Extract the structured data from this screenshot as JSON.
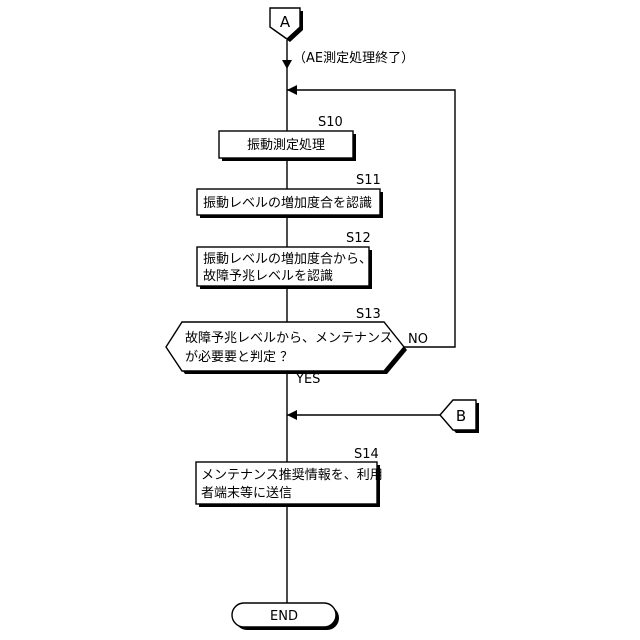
{
  "connectors": {
    "top": "A",
    "side": "B"
  },
  "note": "（AE測定処理終了）",
  "steps": [
    {
      "id": "S10",
      "lines": [
        "振動測定処理"
      ]
    },
    {
      "id": "S11",
      "lines": [
        "振動レベルの増加度合を認識"
      ]
    },
    {
      "id": "S12",
      "lines": [
        "振動レベルの増加度合から、",
        "故障予兆レベルを認識"
      ]
    },
    {
      "id": "S14",
      "lines": [
        "メンテナンス推奨情報を、利用",
        "者端末等に送信"
      ]
    }
  ],
  "decision": {
    "id": "S13",
    "lines": [
      "故障予兆レベルから、メンテナンス",
      "が必要要と判定 ？"
    ],
    "yes_label": "YES",
    "no_label": "NO"
  },
  "terminator": "END",
  "colors": {
    "line": "#000000",
    "fill": "#ffffff",
    "shadow": "#000000"
  }
}
